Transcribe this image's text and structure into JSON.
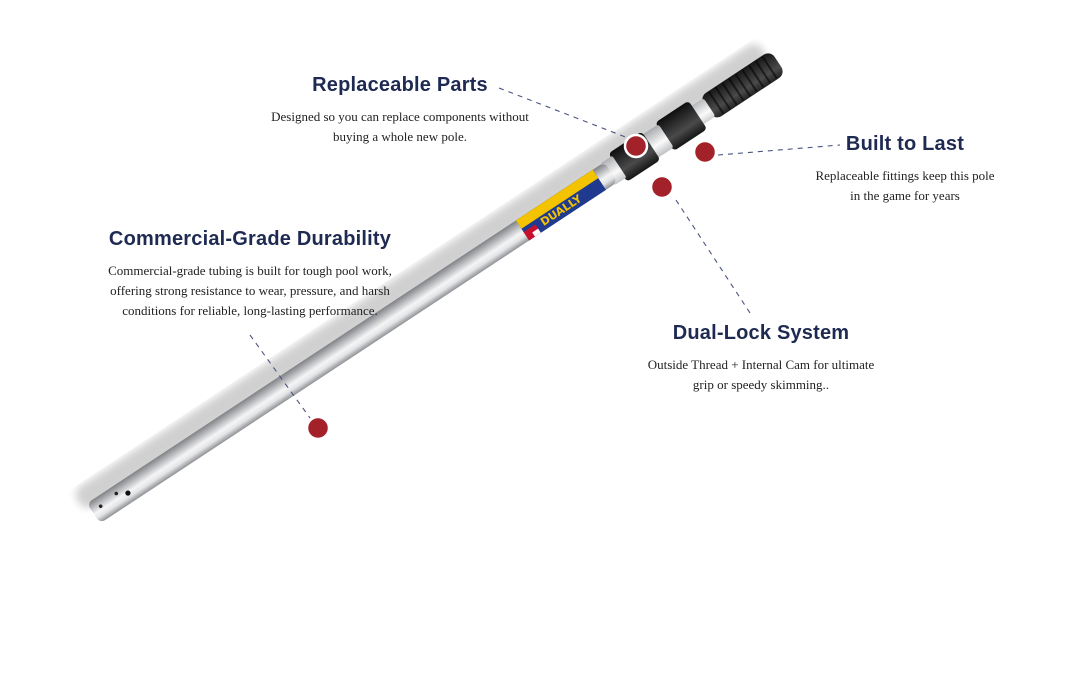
{
  "callouts": {
    "replaceable_parts": {
      "title": "Replaceable Parts",
      "line1": "Designed so you can replace components without",
      "line2": "buying a whole new pole."
    },
    "built_to_last": {
      "title": "Built to Last",
      "line1": "Replaceable fittings keep this pole",
      "line2": "in the game for years"
    },
    "commercial_grade": {
      "title": "Commercial-Grade Durability",
      "line1": "Commercial-grade tubing is built for tough pool work,",
      "line2": "offering strong resistance to wear, pressure, and harsh",
      "line3": "conditions for reliable, long-lasting performance."
    },
    "dual_lock": {
      "title": "Dual-Lock System",
      "line1": "Outside Thread + Internal Cam for ultimate",
      "line2": "grip or speedy skimming.."
    }
  },
  "pole": {
    "brand_label": "DUALLY"
  },
  "colors": {
    "title": "#1e2a52",
    "hotspot": "#a3222a",
    "leader": "#4a5580",
    "label_blue": "#1f3a8f",
    "label_yellow": "#f3c300"
  }
}
